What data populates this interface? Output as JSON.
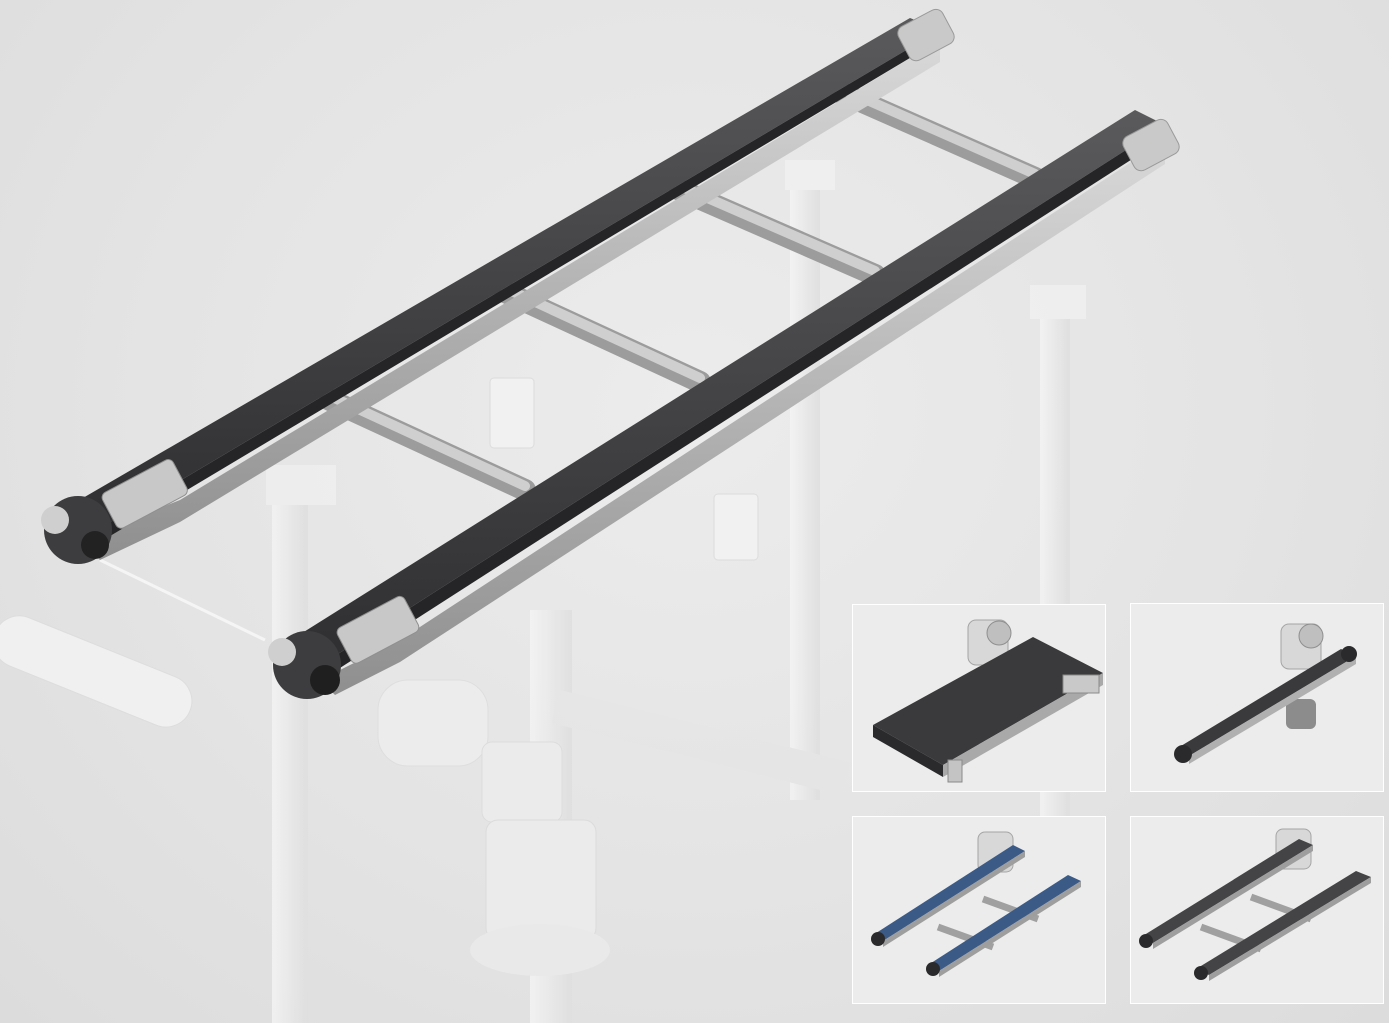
{
  "scene": {
    "subject": "dual-belt-conveyor-frame",
    "background_color": "#e6e6e6",
    "belt_color": "#3c3c3e",
    "frame_color": "#bdbdbd"
  },
  "thumbnails": [
    {
      "variant": "wide-belt-conveyor",
      "belt_color": "#3a3a3c"
    },
    {
      "variant": "narrow-single-belt-conveyor",
      "belt_color": "#3a3a3c"
    },
    {
      "variant": "blue-dual-belt-conveyor",
      "belt_color": "#3b5a86"
    },
    {
      "variant": "grey-dual-belt-conveyor",
      "belt_color": "#444446"
    }
  ]
}
